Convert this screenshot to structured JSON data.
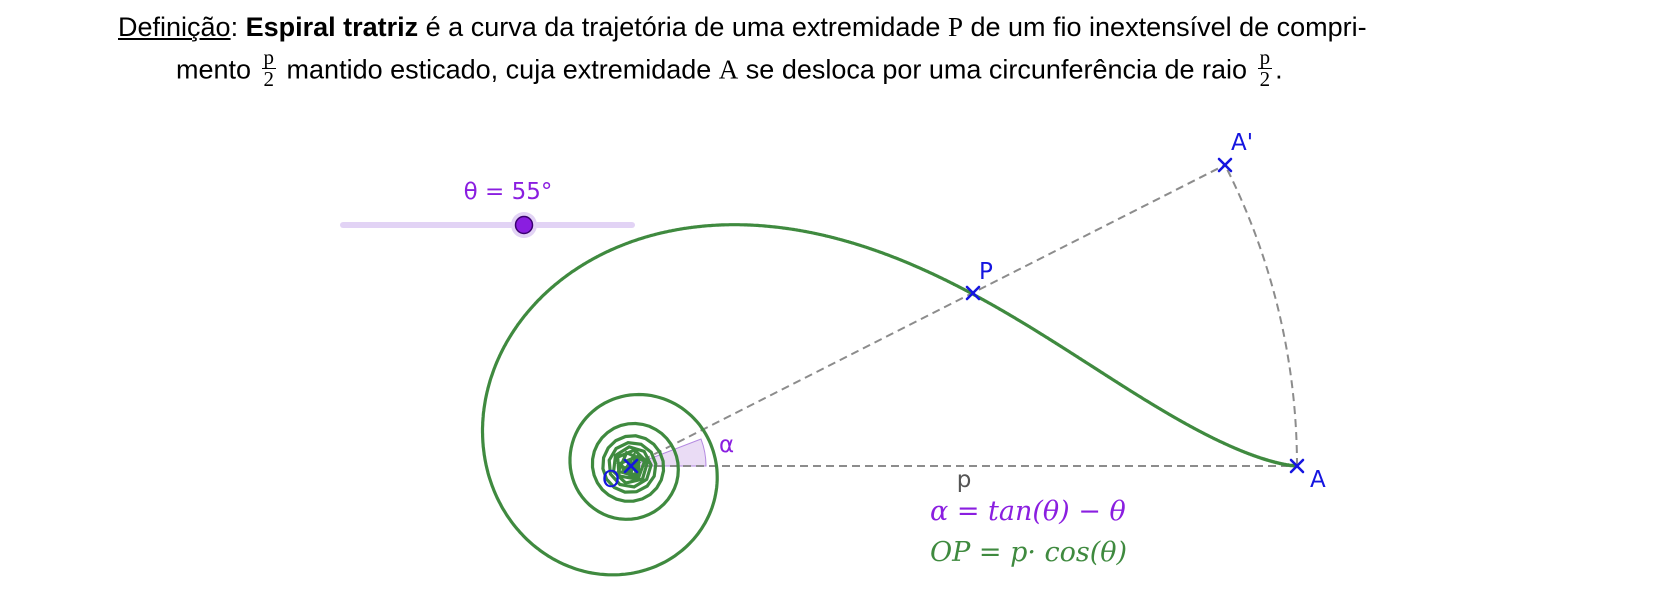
{
  "definition": {
    "label": "Definição",
    "colon": ":",
    "term": "Espiral tratriz",
    "text1": " é a curva da trajetória de uma extremidade ",
    "point_p": "P",
    "text2": " de um fio inextensível de compri-",
    "text3": "mento ",
    "frac_num": "p",
    "frac_den": "2",
    "text4": " mantido esticado, cuja extremidade ",
    "point_a": "A",
    "text5": " se desloca por uma circunferência de raio ",
    "end": "."
  },
  "slider": {
    "label": "θ = 55°",
    "value_deg": 55
  },
  "points": {
    "O": "O",
    "P": "P",
    "A": "A",
    "A_prime": "A'"
  },
  "segment_label": "p",
  "angle_label": "α",
  "formulas": {
    "alpha": "α = tan(θ) − θ",
    "op": "OP = p· cos(θ)"
  },
  "colors": {
    "curve": "#3f8a3f",
    "point": "#1515e0",
    "slider": "#8a1ee0",
    "slider_track": "#e2d3f5",
    "dashed": "#8c8c8c",
    "angle_fill": "#eadcf5"
  }
}
